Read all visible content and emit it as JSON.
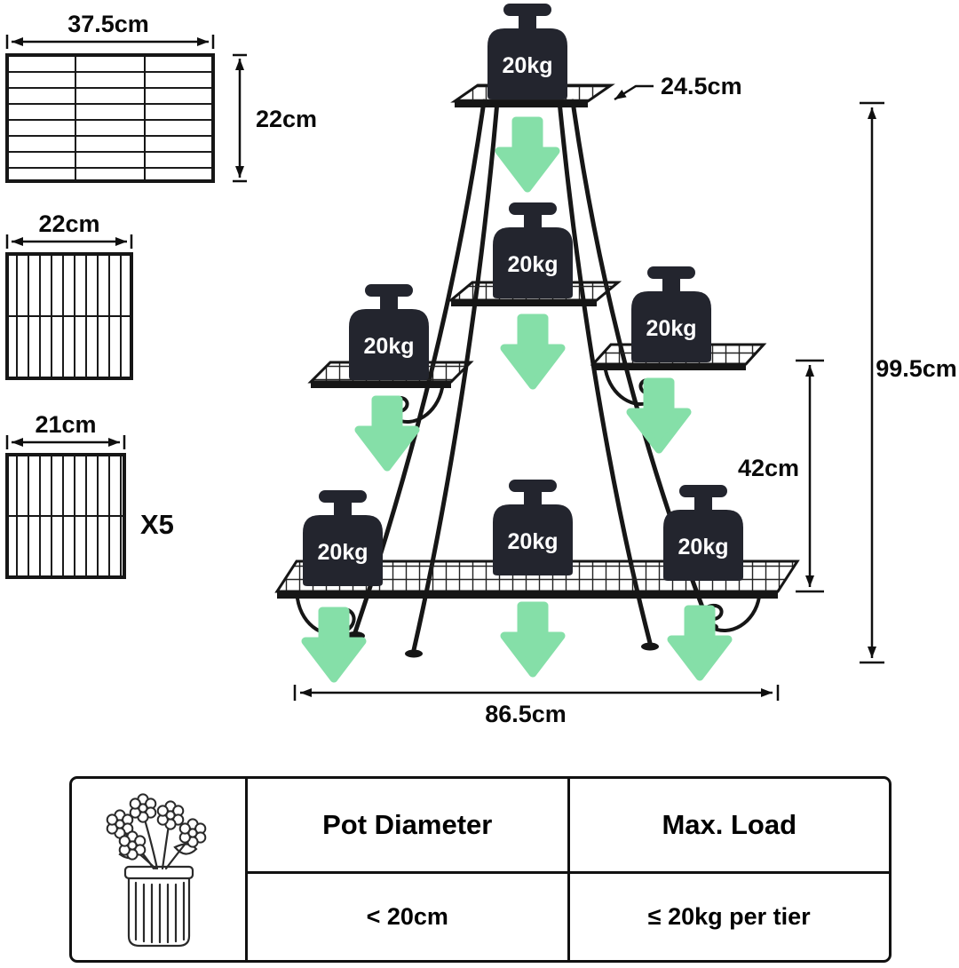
{
  "left_diagrams": {
    "top_shelf": {
      "width_label": "37.5cm",
      "height_label": "22cm"
    },
    "square_shelf": {
      "width_label": "22cm"
    },
    "small_shelf": {
      "width_label": "21cm",
      "count_label": "X5"
    }
  },
  "stand": {
    "weight_label": "20kg",
    "top_depth_label": "24.5cm",
    "total_height_label": "99.5cm",
    "tier_height_label": "42cm",
    "base_width_label": "86.5cm"
  },
  "spec_table": {
    "headers": [
      "Pot Diameter",
      "Max. Load"
    ],
    "values": [
      "< 20cm",
      "≤ 20kg per tier"
    ]
  },
  "colors": {
    "green": "#85dfa8",
    "weight": "#23252e",
    "frame": "#161616"
  }
}
